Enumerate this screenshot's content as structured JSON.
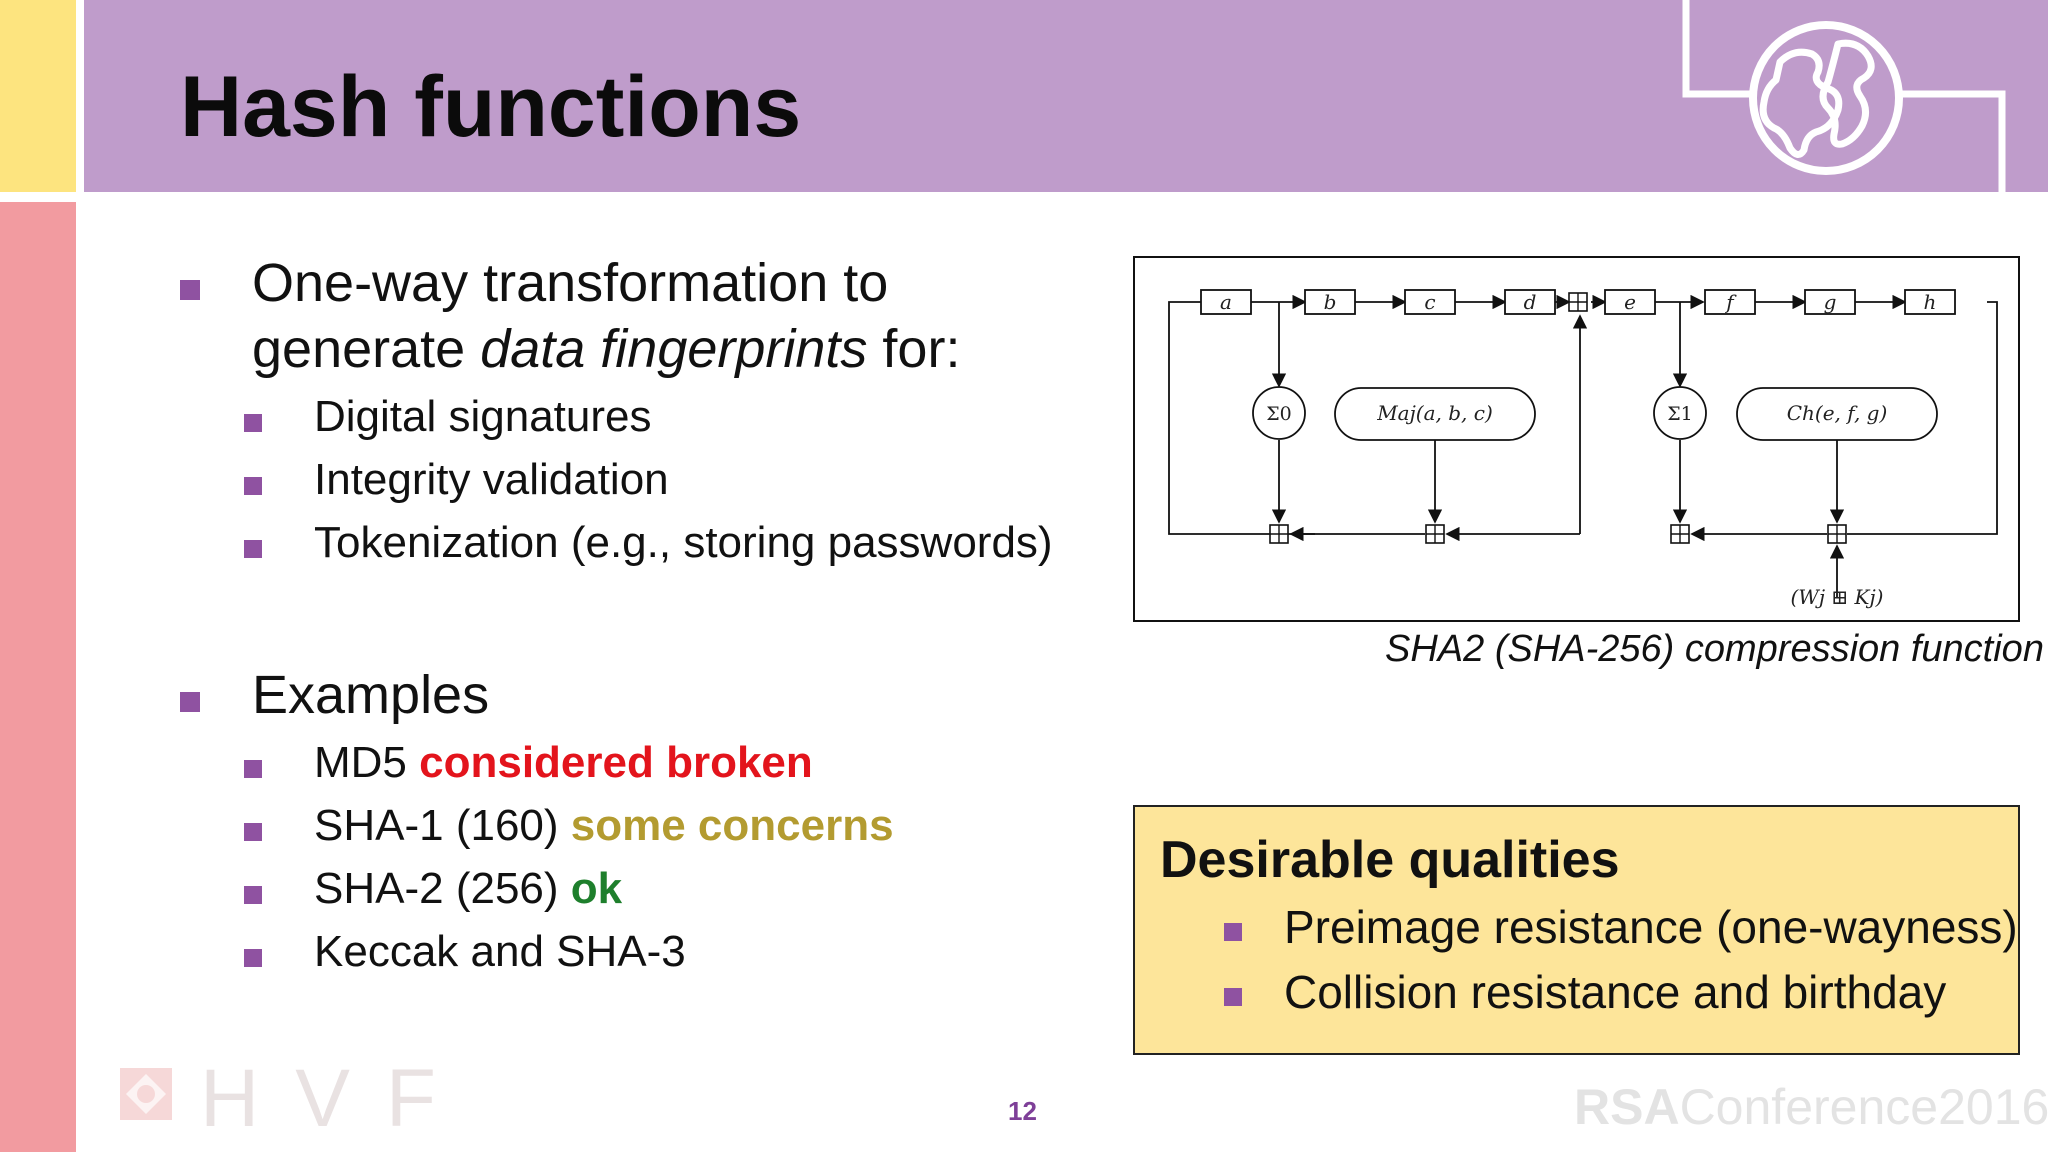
{
  "header": {
    "title": "Hash functions"
  },
  "icons": {
    "globe": "globe-icon",
    "bullet": "square-bullet-icon"
  },
  "colors": {
    "header_band": "#bf9ccb",
    "yellow_block": "#fde47f",
    "pink_strip": "#f29ba0",
    "bullet": "#8f52a1",
    "red_status": "#e3141c",
    "gold_status": "#b39b30",
    "green_status": "#1e7f2c",
    "quality_box": "#fde59a"
  },
  "content": {
    "bullet1": {
      "line1": "One-way transformation to",
      "line2_prefix": "generate ",
      "line2_em": "data fingerprints",
      "line2_suffix": " for:",
      "subs": [
        "Digital signatures",
        "Integrity validation",
        "Tokenization (e.g., storing passwords)"
      ]
    },
    "bullet2": {
      "label": "Examples",
      "items": [
        {
          "text": "MD5 ",
          "status": "considered broken"
        },
        {
          "text": "SHA-1 (160) ",
          "status": "some concerns"
        },
        {
          "text": "SHA-2 (256) ",
          "status": "ok"
        },
        {
          "text": "Keccak and SHA-3",
          "status": ""
        }
      ]
    }
  },
  "diagram": {
    "registers": [
      "a",
      "b",
      "c",
      "d",
      "e",
      "f",
      "g",
      "h"
    ],
    "sigma0": "Σ0",
    "sigma1": "Σ1",
    "maj": "Maj(a, b, c)",
    "ch": "Ch(e, f, g)",
    "input": "(Wj ⊞ Kj)",
    "caption": "SHA2 (SHA-256) compression function"
  },
  "qualities": {
    "title": "Desirable qualities",
    "items": [
      "Preimage resistance (one-wayness)",
      "Collision resistance and birthday"
    ]
  },
  "footer": {
    "page_number": "12",
    "hvf": "HVF",
    "rsa_bold": "RSA",
    "rsa_rest": "Conference2016"
  }
}
